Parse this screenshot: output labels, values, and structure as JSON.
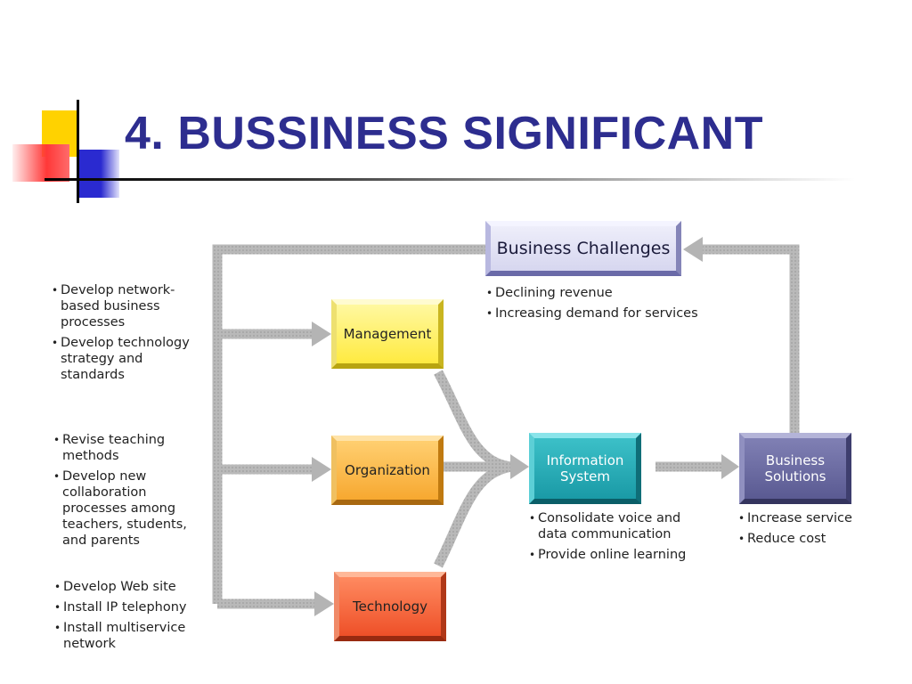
{
  "slide": {
    "title": "4. BUSSINESS SIGNIFICANT"
  },
  "diagram": {
    "boxes": {
      "business_challenges": "Business Challenges",
      "management": "Management",
      "organization": "Organization",
      "technology": "Technology",
      "information_system": [
        "Information",
        "System"
      ],
      "business_solutions": [
        "Business",
        "Solutions"
      ]
    },
    "lists": {
      "challenges": [
        "Declining revenue",
        "Increasing demand for services"
      ],
      "management": [
        [
          "Develop network-",
          "based business",
          "processes"
        ],
        [
          "Develop technology",
          "strategy and",
          "standards"
        ]
      ],
      "organization": [
        [
          "Revise teaching",
          "methods"
        ],
        [
          "Develop new",
          "collaboration",
          "processes among",
          "teachers, students,",
          "and parents"
        ]
      ],
      "technology": [
        [
          "Develop Web site"
        ],
        [
          "Install IP telephony"
        ],
        [
          "Install multiservice",
          "network"
        ]
      ],
      "information_system": [
        [
          "Consolidate voice and",
          "data communication"
        ],
        [
          "Provide online learning"
        ]
      ],
      "solutions": [
        [
          "Increase service"
        ],
        [
          "Reduce cost"
        ]
      ]
    },
    "colors": {
      "title": "#2d2d8f",
      "arrow": "#b4b4b4",
      "challenges_box": "#d6d6ef",
      "management_box": "#ffea40",
      "organization_box": "#f7a830",
      "technology_box": "#ee5028",
      "information_box": "#1a9aa6",
      "solutions_box": "#5a5a92"
    }
  }
}
